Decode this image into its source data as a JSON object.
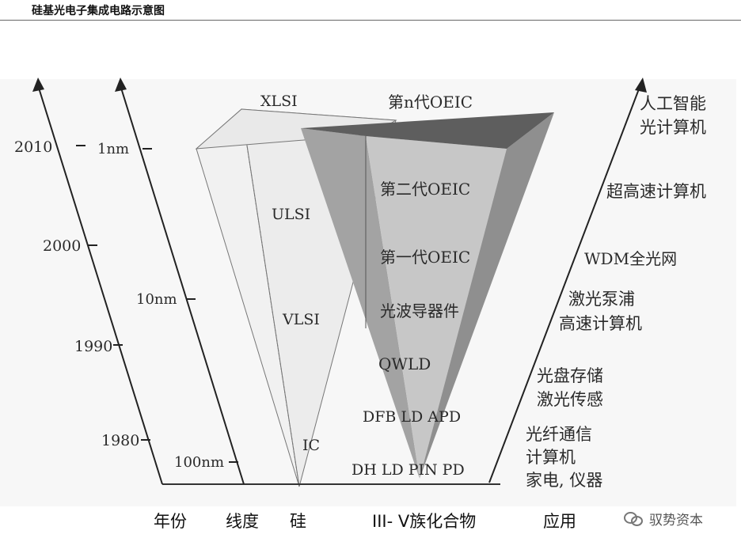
{
  "header": {
    "title": "硅基光电子集成电路示意图"
  },
  "year_axis": {
    "label": "年份",
    "ticks": [
      "2010",
      "2000",
      "1990",
      "1980"
    ]
  },
  "linewidth_axis": {
    "label": "线度",
    "ticks": [
      "1nm",
      "10nm",
      "100nm"
    ]
  },
  "silicon": {
    "label": "硅",
    "levels": [
      "XLSI",
      "ULSI",
      "VLSI",
      "IC"
    ]
  },
  "iii_v": {
    "label": "III- V族化合物",
    "levels": [
      "第n代OEIC",
      "第二代OEIC",
      "第一代OEIC",
      "光波导器件",
      "QWLD",
      "DFB LD APD",
      "DH LD PIN PD"
    ]
  },
  "applications": {
    "label": "应用",
    "items": [
      [
        "人工智能",
        "光计算机"
      ],
      [
        "超高速计算机"
      ],
      [
        "WDM全光网"
      ],
      [
        "激光泵浦",
        "高速计算机"
      ],
      [
        "光盘存储",
        "激光传感"
      ],
      [
        "光纤通信",
        "计算机",
        "家电, 仪器"
      ]
    ]
  },
  "watermark": {
    "text": "驭势资本"
  }
}
